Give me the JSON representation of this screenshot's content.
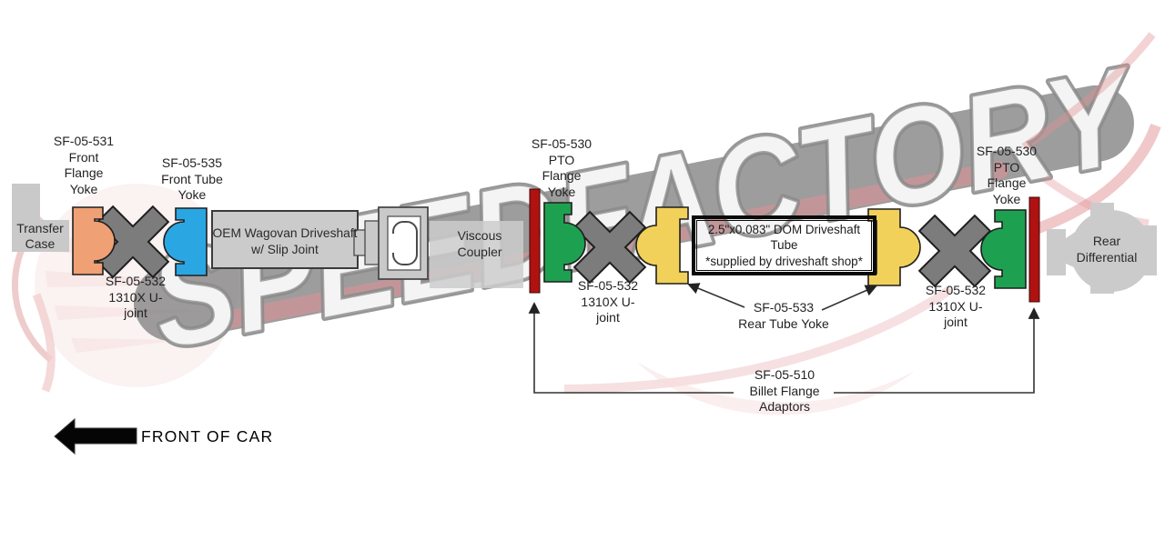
{
  "watermark": {
    "text": "SPEEDFACTORY",
    "accent_color": "#c8373d",
    "swoosh_color": "#1b1b1b",
    "letter_color": "#ececec"
  },
  "colors": {
    "yoke_orange": "#efa075",
    "yoke_blue": "#2aa7e2",
    "yoke_green": "#1da150",
    "yoke_yellow": "#f2d15a",
    "u_joint_gray": "#7c7c7c",
    "flange_adaptor_red": "#b01212",
    "machine_gray": "#c9c9c9",
    "outline_dark": "#1f1f1f"
  },
  "parts": {
    "transfer_case": {
      "label_lines": [
        "Transfer",
        "Case"
      ]
    },
    "front_flange_yoke": {
      "label_lines": [
        "SF-05-531",
        "Front",
        "Flange",
        "Yoke"
      ]
    },
    "front_u_joint": {
      "label_lines": [
        "SF-05-532",
        "1310X U-",
        "joint"
      ]
    },
    "front_tube_yoke": {
      "label_lines": [
        "SF-05-535",
        "Front Tube",
        "Yoke"
      ]
    },
    "oem_driveshaft": {
      "label_lines": [
        "OEM Wagovan Driveshaft",
        "w/ Slip Joint"
      ]
    },
    "viscous_coupler": {
      "label_lines": [
        "Viscous",
        "Coupler"
      ]
    },
    "pto_flange_yoke_front": {
      "label_lines": [
        "SF-05-530",
        "PTO",
        "Flange",
        "Yoke"
      ]
    },
    "mid_u_joint": {
      "label_lines": [
        "SF-05-532",
        "1310X U-",
        "joint"
      ]
    },
    "dom_tube": {
      "label_lines": [
        "2.5\"x0.083\" DOM Driveshaft",
        "Tube",
        "*supplied by driveshaft shop*"
      ]
    },
    "rear_tube_yoke": {
      "label_lines": [
        "SF-05-533",
        "Rear Tube Yoke"
      ]
    },
    "rear_u_joint": {
      "label_lines": [
        "SF-05-532",
        "1310X U-",
        "joint"
      ]
    },
    "pto_flange_yoke_rear": {
      "label_lines": [
        "SF-05-530",
        "PTO",
        "Flange",
        "Yoke"
      ]
    },
    "billet_flange_adaptors": {
      "label_lines": [
        "SF-05-510",
        "Billet Flange",
        "Adaptors"
      ]
    },
    "rear_differential": {
      "label_lines": [
        "Rear",
        "Differential"
      ]
    }
  },
  "direction_indicator": {
    "label": "FRONT OF CAR"
  }
}
